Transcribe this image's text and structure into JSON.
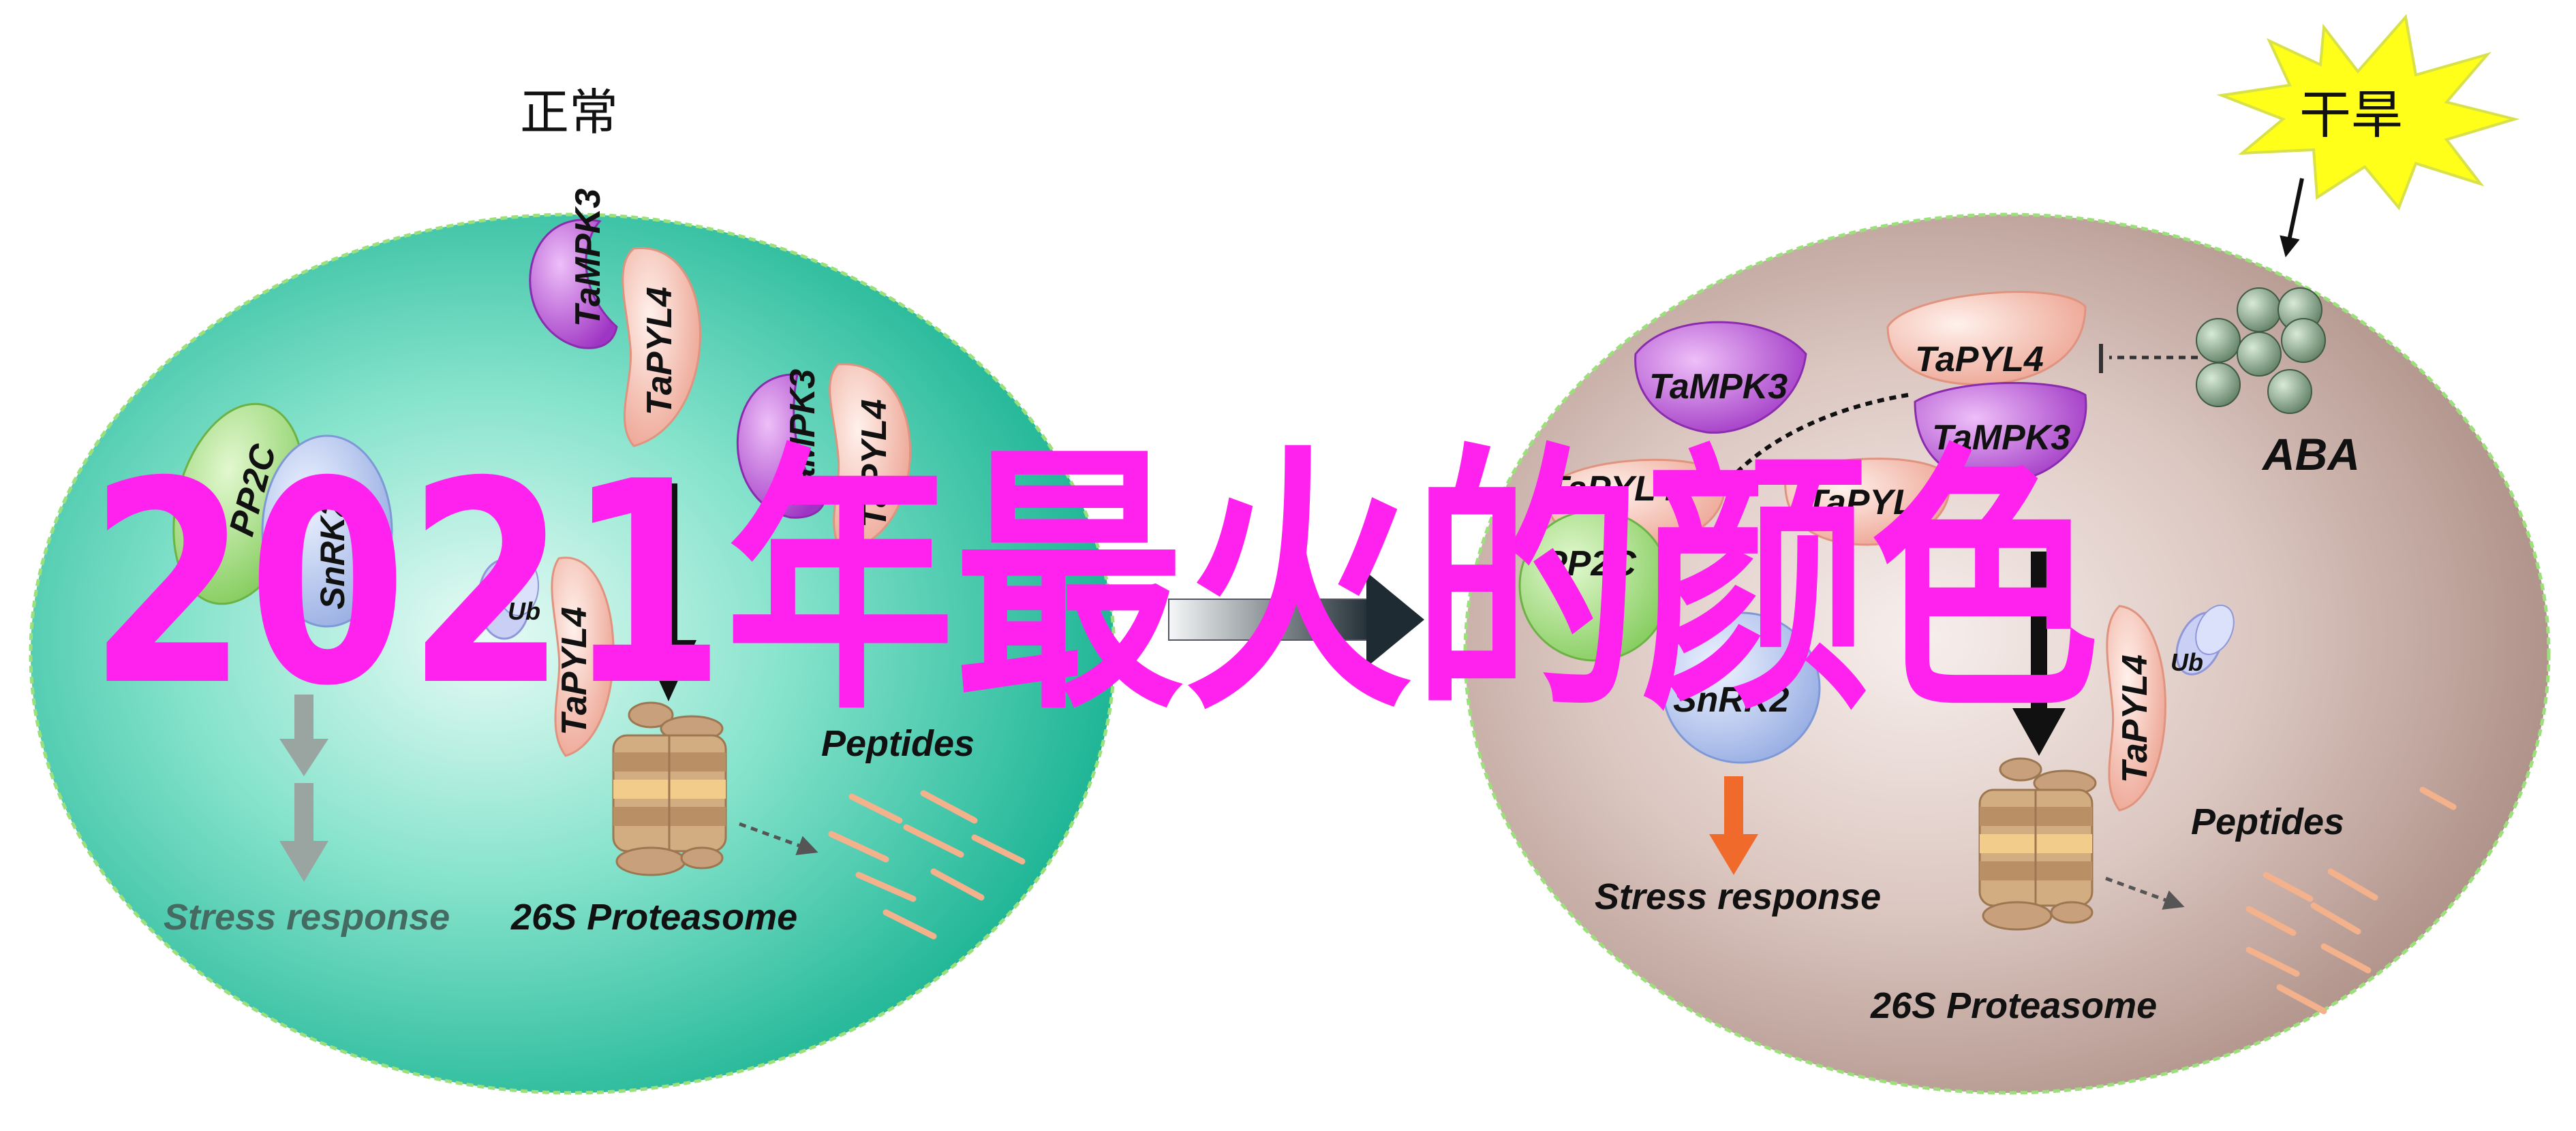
{
  "left_panel": {
    "condition_label": "正常",
    "proteins": {
      "tampk3_top": "TaMPK3",
      "tapyl4_top": "TaPYL4",
      "tampk3_mid": "TaMPK3",
      "tapyl4_mid": "TaPYL4",
      "pp2c": "PP2C",
      "snrk2_partial": "SnRK2",
      "tapyl4_low": "TaPYL4",
      "ub": "Ub"
    },
    "peptides_label": "Peptides",
    "stress_label": "Stress response",
    "proteasome_label": "26S Proteasome"
  },
  "right_panel": {
    "drought_label": "干旱",
    "aba_label": "ABA",
    "proteins": {
      "tampk3_left": "TaMPK3",
      "tapyl4_top": "TaPYL4",
      "tampk3_center": "TaMPK3",
      "tapyl_left": "TaPYL4",
      "tapyl_center": "TaPYL4",
      "pp2c": "PP2C",
      "snrk2": "SnRK2",
      "tapyl4_right": "TaPYL4",
      "ub": "Ub"
    },
    "peptides_label": "Peptides",
    "stress_label": "Stress response",
    "proteasome_label": "26S Proteasome"
  },
  "overlay_text": "2021年最火的颜色",
  "colors": {
    "left_cell": "#2bbf9f",
    "right_cell": "#b08f86",
    "tampk3": "#b64fd6",
    "tapyl4": "#f2b0a0",
    "pp2c": "#90d468",
    "snrk2": "#9fb6e8",
    "proteasome": "#d2a97a",
    "overlay": "#ff22ee",
    "burst": "#ffff1a"
  }
}
